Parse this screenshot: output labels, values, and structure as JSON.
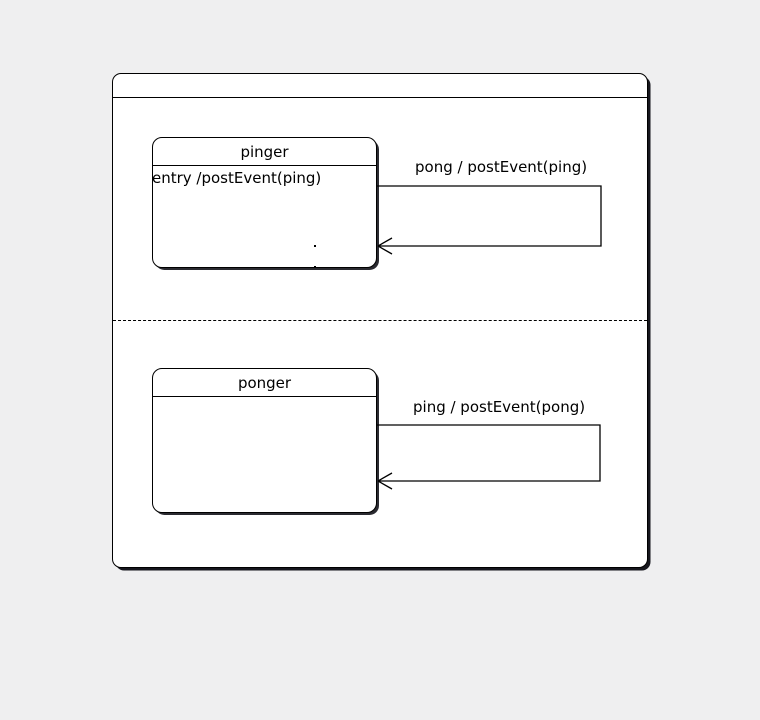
{
  "diagram": {
    "type": "uml-statechart",
    "background_color": "#efeff0",
    "line_color": "#000000",
    "fill_color": "#ffffff",
    "composite": {
      "title": "",
      "regions": [
        {
          "name": "pinger-region",
          "states": [
            {
              "id": "pinger",
              "name": "pinger",
              "entry_action": "entry /postEvent(ping)",
              "self_transition": {
                "label": "pong / postEvent(ping)",
                "trigger": "pong",
                "effect": "postEvent(ping)"
              }
            }
          ]
        },
        {
          "name": "ponger-region",
          "states": [
            {
              "id": "ponger",
              "name": "ponger",
              "entry_action": "",
              "self_transition": {
                "label": "ping / postEvent(pong)",
                "trigger": "ping",
                "effect": "postEvent(pong)"
              }
            }
          ]
        }
      ]
    }
  }
}
